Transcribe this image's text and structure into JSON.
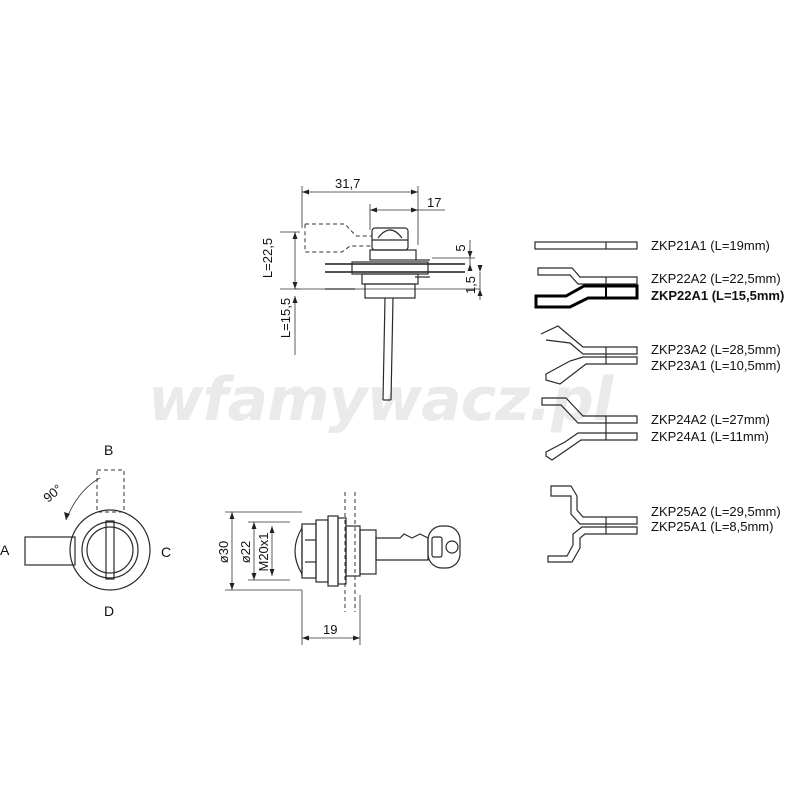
{
  "watermark": "wfamywacz.pl",
  "top_view": {
    "dim_width": "31,7",
    "dim_offset": "17",
    "dim_gap": "5",
    "dim_thickness": "1,5",
    "dim_L_upper": "L=22,5",
    "dim_L_lower": "L=15,5"
  },
  "front_view": {
    "label_a": "A",
    "label_b": "B",
    "label_c": "C",
    "label_d": "D",
    "angle": "90°"
  },
  "side_view": {
    "dim_outer_diameter": "ø30",
    "dim_inner_diameter": "ø22",
    "dim_thread": "M20x1",
    "dim_depth": "19"
  },
  "cam_variants": [
    {
      "label": "ZKP21A1 (L=19mm)",
      "highlight": false
    },
    {
      "label": "ZKP22A2 (L=22,5mm)",
      "highlight": false
    },
    {
      "label": "ZKP22A1 (L=15,5mm)",
      "highlight": true
    },
    {
      "label": "ZKP23A2 (L=28,5mm)",
      "highlight": false
    },
    {
      "label": "ZKP23A1 (L=10,5mm)",
      "highlight": false
    },
    {
      "label": "ZKP24A2 (L=27mm)",
      "highlight": false
    },
    {
      "label": "ZKP24A1 (L=11mm)",
      "highlight": false
    },
    {
      "label": "ZKP25A2 (L=29,5mm)",
      "highlight": false
    },
    {
      "label": "ZKP25A1 (L=8,5mm)",
      "highlight": false
    }
  ]
}
